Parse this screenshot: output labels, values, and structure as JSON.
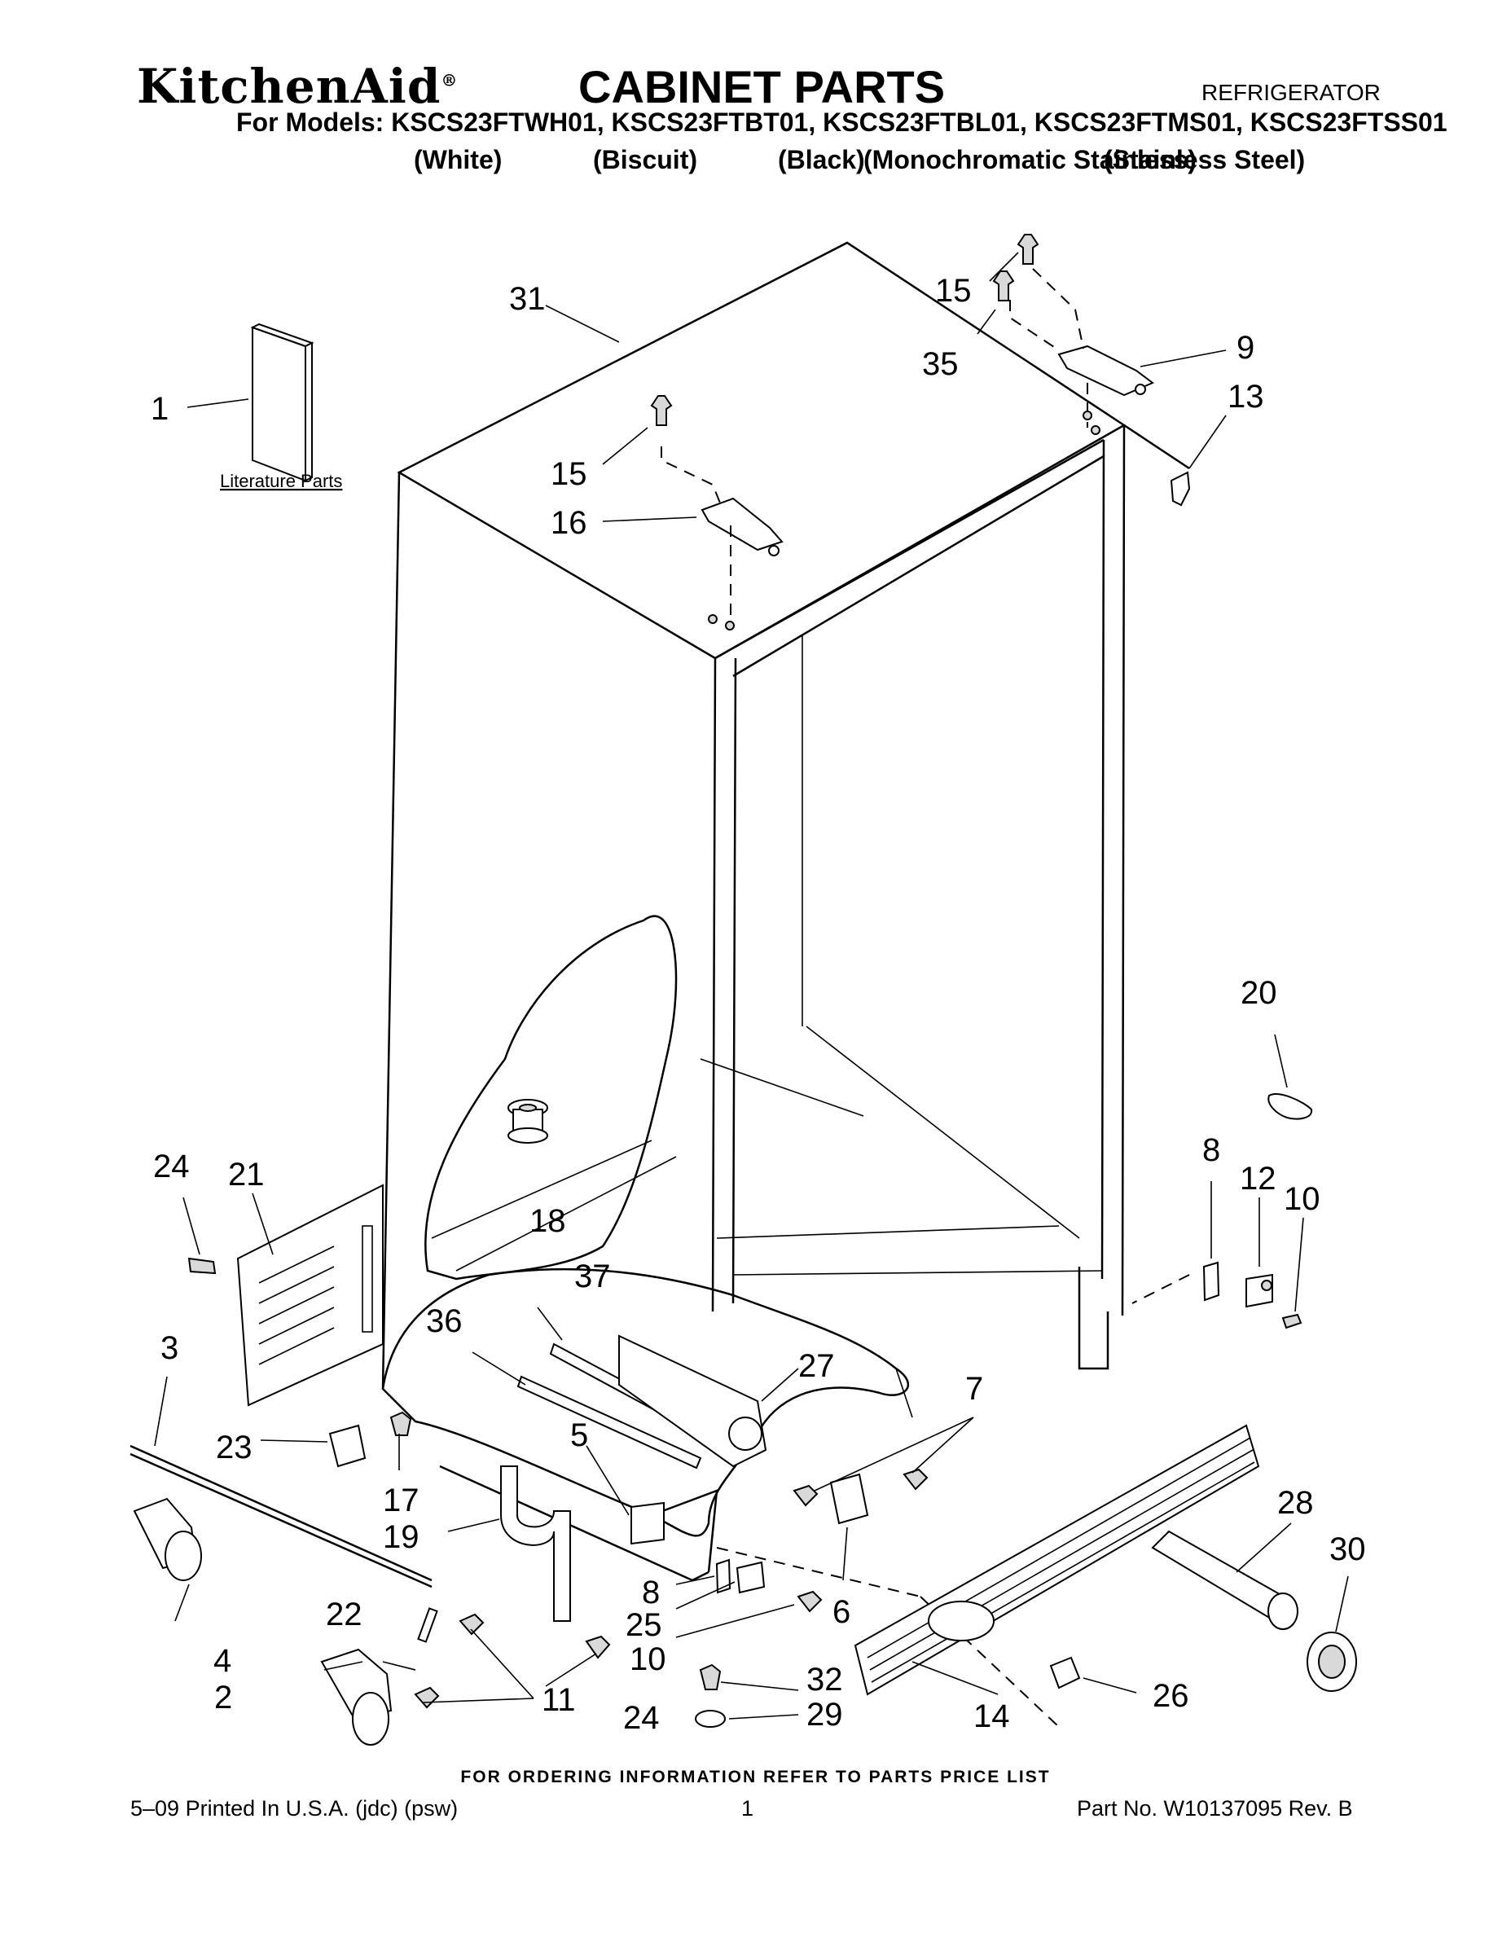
{
  "header": {
    "brand": "KitchenAid",
    "brand_mark": "®",
    "title": "CABINET PARTS",
    "category": "REFRIGERATOR",
    "models_line": "For Models: KSCS23FTWH01, KSCS23FTBT01, KSCS23FTBL01, KSCS23FTMS01, KSCS23FTSS01",
    "colors": [
      "(White)",
      "(Biscuit)",
      "(Black)",
      "(Monochromatic Stainless)",
      "(Stainless Steel)"
    ]
  },
  "diagram": {
    "literature_label": "Literature Parts",
    "callouts": [
      "1",
      "2",
      "3",
      "4",
      "5",
      "6",
      "7",
      "8",
      "8",
      "9",
      "10",
      "10",
      "11",
      "12",
      "13",
      "14",
      "15",
      "15",
      "16",
      "17",
      "18",
      "19",
      "20",
      "21",
      "22",
      "23",
      "24",
      "24",
      "25",
      "26",
      "27",
      "28",
      "29",
      "30",
      "31",
      "32",
      "35",
      "36",
      "37"
    ]
  },
  "footer": {
    "ordering_note": "FOR ORDERING INFORMATION REFER TO PARTS PRICE LIST",
    "print_info": "5–09 Printed In U.S.A. (jdc) (psw)",
    "page_number": "1",
    "part_number": "Part No. W10137095 Rev. B"
  }
}
